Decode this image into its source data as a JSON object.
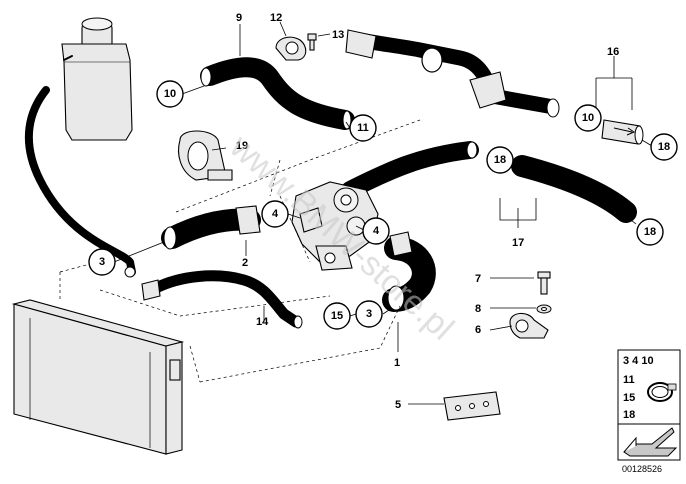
{
  "watermark": "www.BMW-store.pl",
  "diagram_code": "00128526",
  "callouts": {
    "c10a": "10",
    "c11": "11",
    "c19": "19",
    "c3a": "3",
    "c4a": "4",
    "c4b": "4",
    "c15": "15",
    "c3b": "3",
    "c10b": "10",
    "c18a": "18",
    "c18b": "18",
    "c18c": "18"
  },
  "labels": {
    "l9": "9",
    "l12": "12",
    "l13": "13",
    "l16": "16",
    "l2": "2",
    "l14": "14",
    "l1": "1",
    "l7": "7",
    "l8": "8",
    "l6": "6",
    "l5": "5",
    "l17": "17"
  },
  "legend": {
    "line1": "3  4 10",
    "line2": "11",
    "line3": "15",
    "line4": "18"
  }
}
